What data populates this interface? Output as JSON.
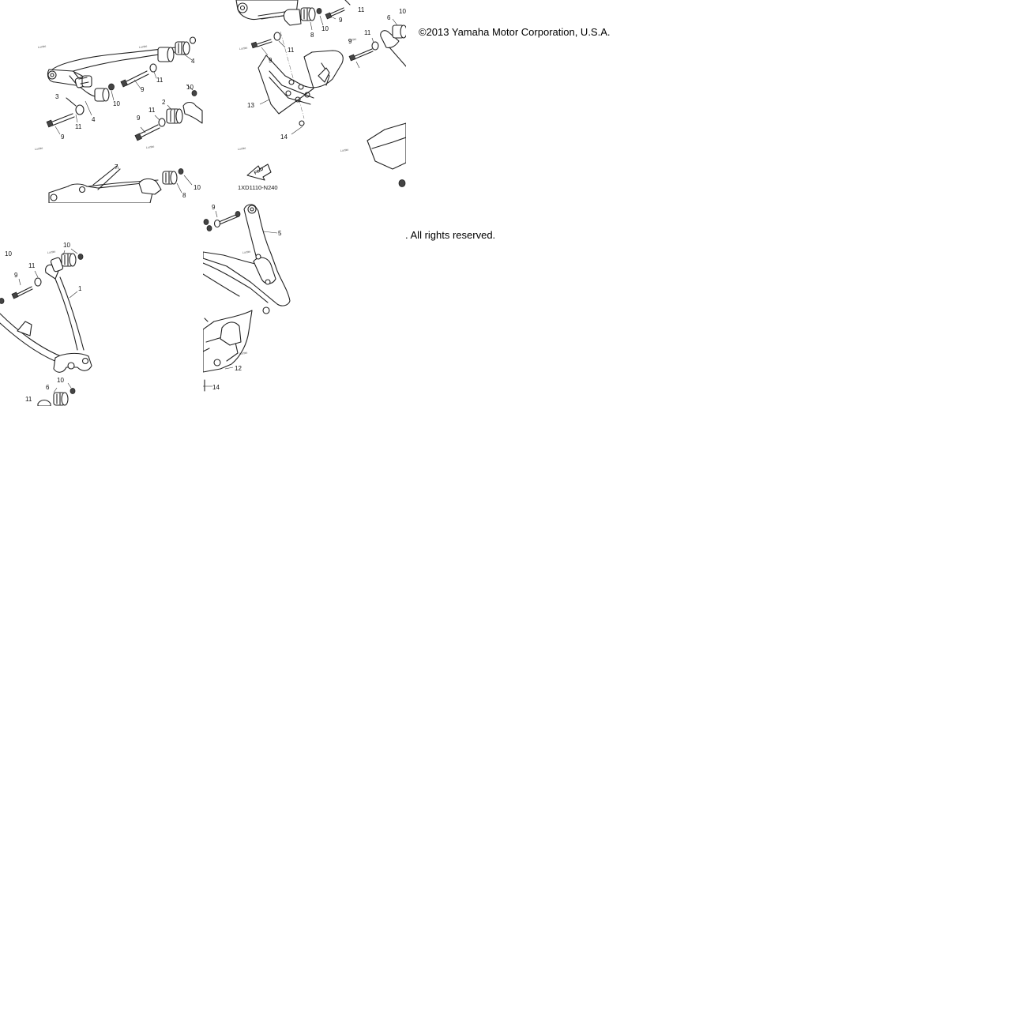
{
  "caption": {
    "copyright": "©2013 Yamaha Motor Corporation, U.S.A.",
    "rights": ". All rights reserved."
  },
  "diagram": {
    "drawing_code": "1XD1110-N240",
    "fwd_label": "FWD",
    "loctite_label": "Loctite",
    "part_numbers": {
      "tl": [
        "4",
        "11",
        "9",
        "3",
        "10",
        "4",
        "11",
        "9",
        "10",
        "2",
        "11",
        "9",
        "7",
        "8",
        "10"
      ],
      "tm": [
        "11",
        "10",
        "9",
        "8",
        "11",
        "9",
        "6",
        "10",
        "11",
        "9",
        "13",
        "14"
      ],
      "ml": [
        "10",
        "10",
        "11",
        "9",
        "1",
        "10",
        "6",
        "11"
      ],
      "mm": [
        "9",
        "5",
        "12",
        "14"
      ]
    }
  }
}
